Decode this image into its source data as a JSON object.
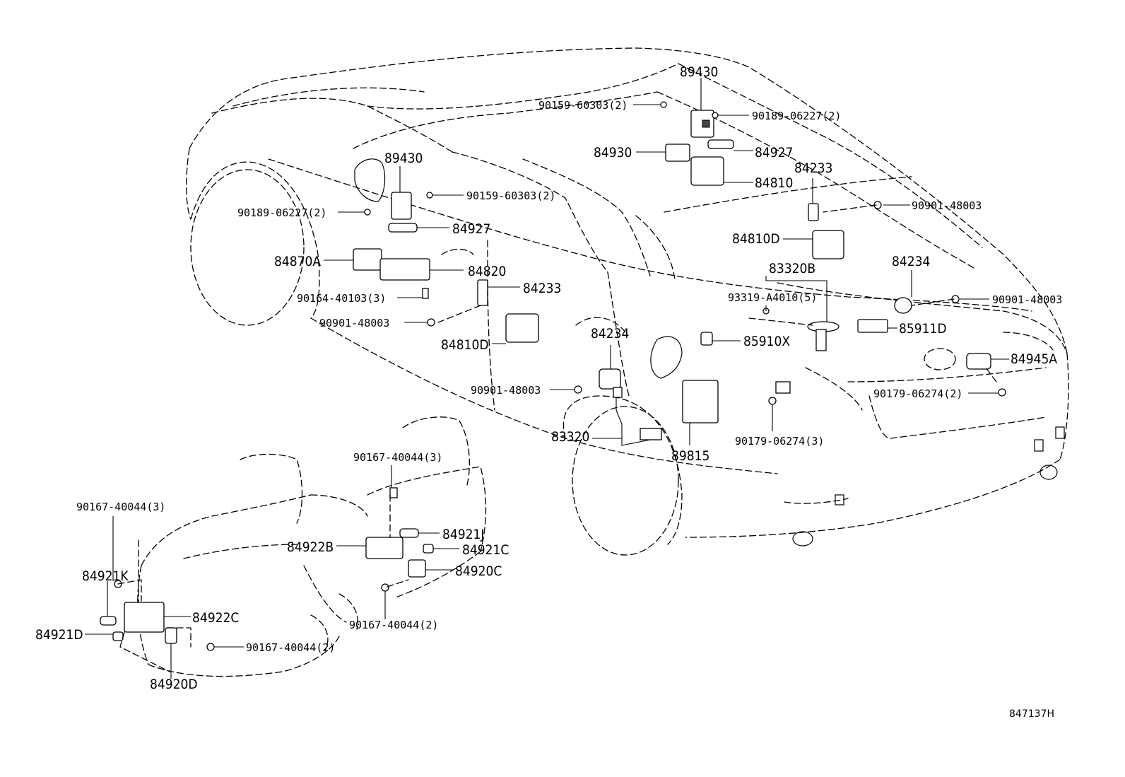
{
  "diagram": {
    "reference_code": "847137H",
    "labels": {
      "p89430_rear": "89430",
      "p90159_rear": "90159-60303(2)",
      "p90189_rear": "90189-06227(2)",
      "p84930": "84930",
      "p84927_rear": "84927",
      "p84233_rear": "84233",
      "p84810": "84810",
      "p90901_rear": "90901-48003",
      "p84810D_rear": "84810D",
      "p83320B": "83320B",
      "p84234_rear": "84234",
      "p93319": "93319-A4010(5)",
      "p90901_right": "90901-48003",
      "p85911D": "85911D",
      "p85910X": "85910X",
      "p84945A": "84945A",
      "p90179_2": "90179-06274(2)",
      "p90179_3": "90179-06274(3)",
      "p89815": "89815",
      "p83320": "83320",
      "p84234_mid": "84234",
      "p90901_mid": "90901-48003",
      "p89430_front": "89430",
      "p90159_front": "90159-60303(2)",
      "p90189_front": "90189-06227(2)",
      "p84927_front": "84927",
      "p84870A": "84870A",
      "p84820": "84820",
      "p84233_front": "84233",
      "p90164": "90164-40103(3)",
      "p90901_front": "90901-48003",
      "p84810D_front": "84810D",
      "p90167_top": "90167-40044(3)",
      "p84921J": "84921J",
      "p84922B": "84922B",
      "p84921C": "84921C",
      "p84920C": "84920C",
      "p90167_mid": "90167-40044(2)",
      "p90167_left": "90167-40044(3)",
      "p84921K": "84921K",
      "p84922C": "84922C",
      "p84921D": "84921D",
      "p90167_low": "90167-40044(2)",
      "p84920D": "84920D"
    }
  }
}
